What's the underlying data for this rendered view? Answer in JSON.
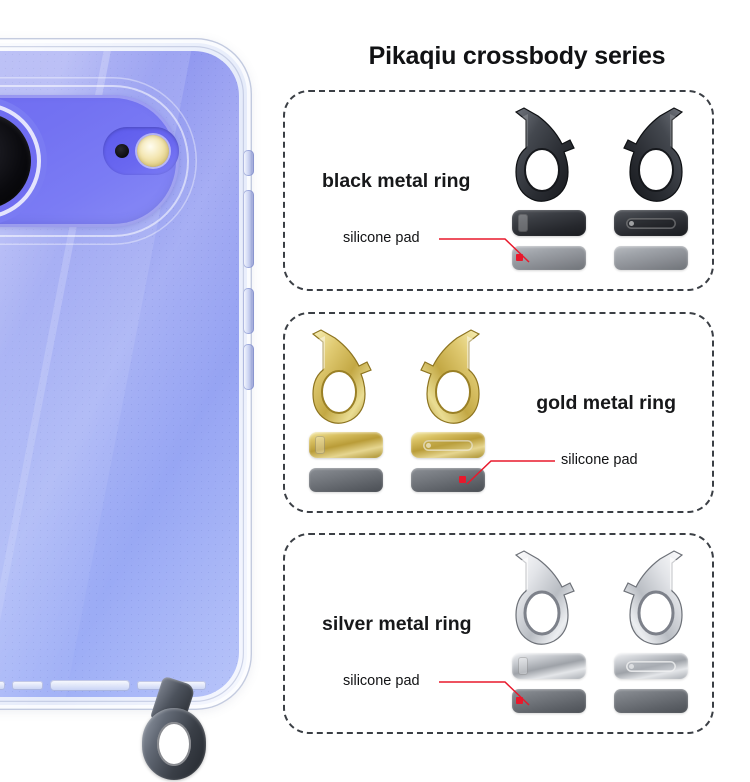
{
  "header": {
    "title": "Pikaqiu crossbody series"
  },
  "product": {
    "case_name": "transparent-phone-case",
    "case_tint": "#93a0f2",
    "camera_island_color": "#7372f2",
    "lens_color": "#0a0a0e",
    "flash_color": "#f4e7b4",
    "attached_ring_color": "#3a3f47"
  },
  "annotation": {
    "label": "silicone pad",
    "line_color": "#e8192c",
    "marker_color": "#e8192c"
  },
  "panels": [
    {
      "id": "black",
      "label": "black metal ring",
      "label_side": "left",
      "hardware_side": "right",
      "metal_color": "#2a2d33",
      "pad_color": "#9fa3a9",
      "annotation_side": "left",
      "annotation_label": "silicone pad",
      "parts": [
        {
          "name": "metal-ring-hook",
          "count": 2
        },
        {
          "name": "metal-pad",
          "count": 2
        },
        {
          "name": "silicone-pad",
          "count": 2
        }
      ]
    },
    {
      "id": "gold",
      "label": "gold metal ring",
      "label_side": "right",
      "hardware_side": "left",
      "metal_color": "#d9c163",
      "pad_color": "#74787e",
      "annotation_side": "right",
      "annotation_label": "silicone pad",
      "parts": [
        {
          "name": "metal-ring-hook",
          "count": 2
        },
        {
          "name": "metal-pad",
          "count": 2
        },
        {
          "name": "silicone-pad",
          "count": 2
        }
      ]
    },
    {
      "id": "silver",
      "label": "silver metal ring",
      "label_side": "left",
      "hardware_side": "right",
      "metal_color": "#c9ccd1",
      "pad_color": "#767a80",
      "annotation_side": "left",
      "annotation_label": "silicone pad",
      "parts": [
        {
          "name": "metal-ring-hook",
          "count": 2
        },
        {
          "name": "metal-pad",
          "count": 2
        },
        {
          "name": "silicone-pad",
          "count": 2
        }
      ]
    }
  ]
}
